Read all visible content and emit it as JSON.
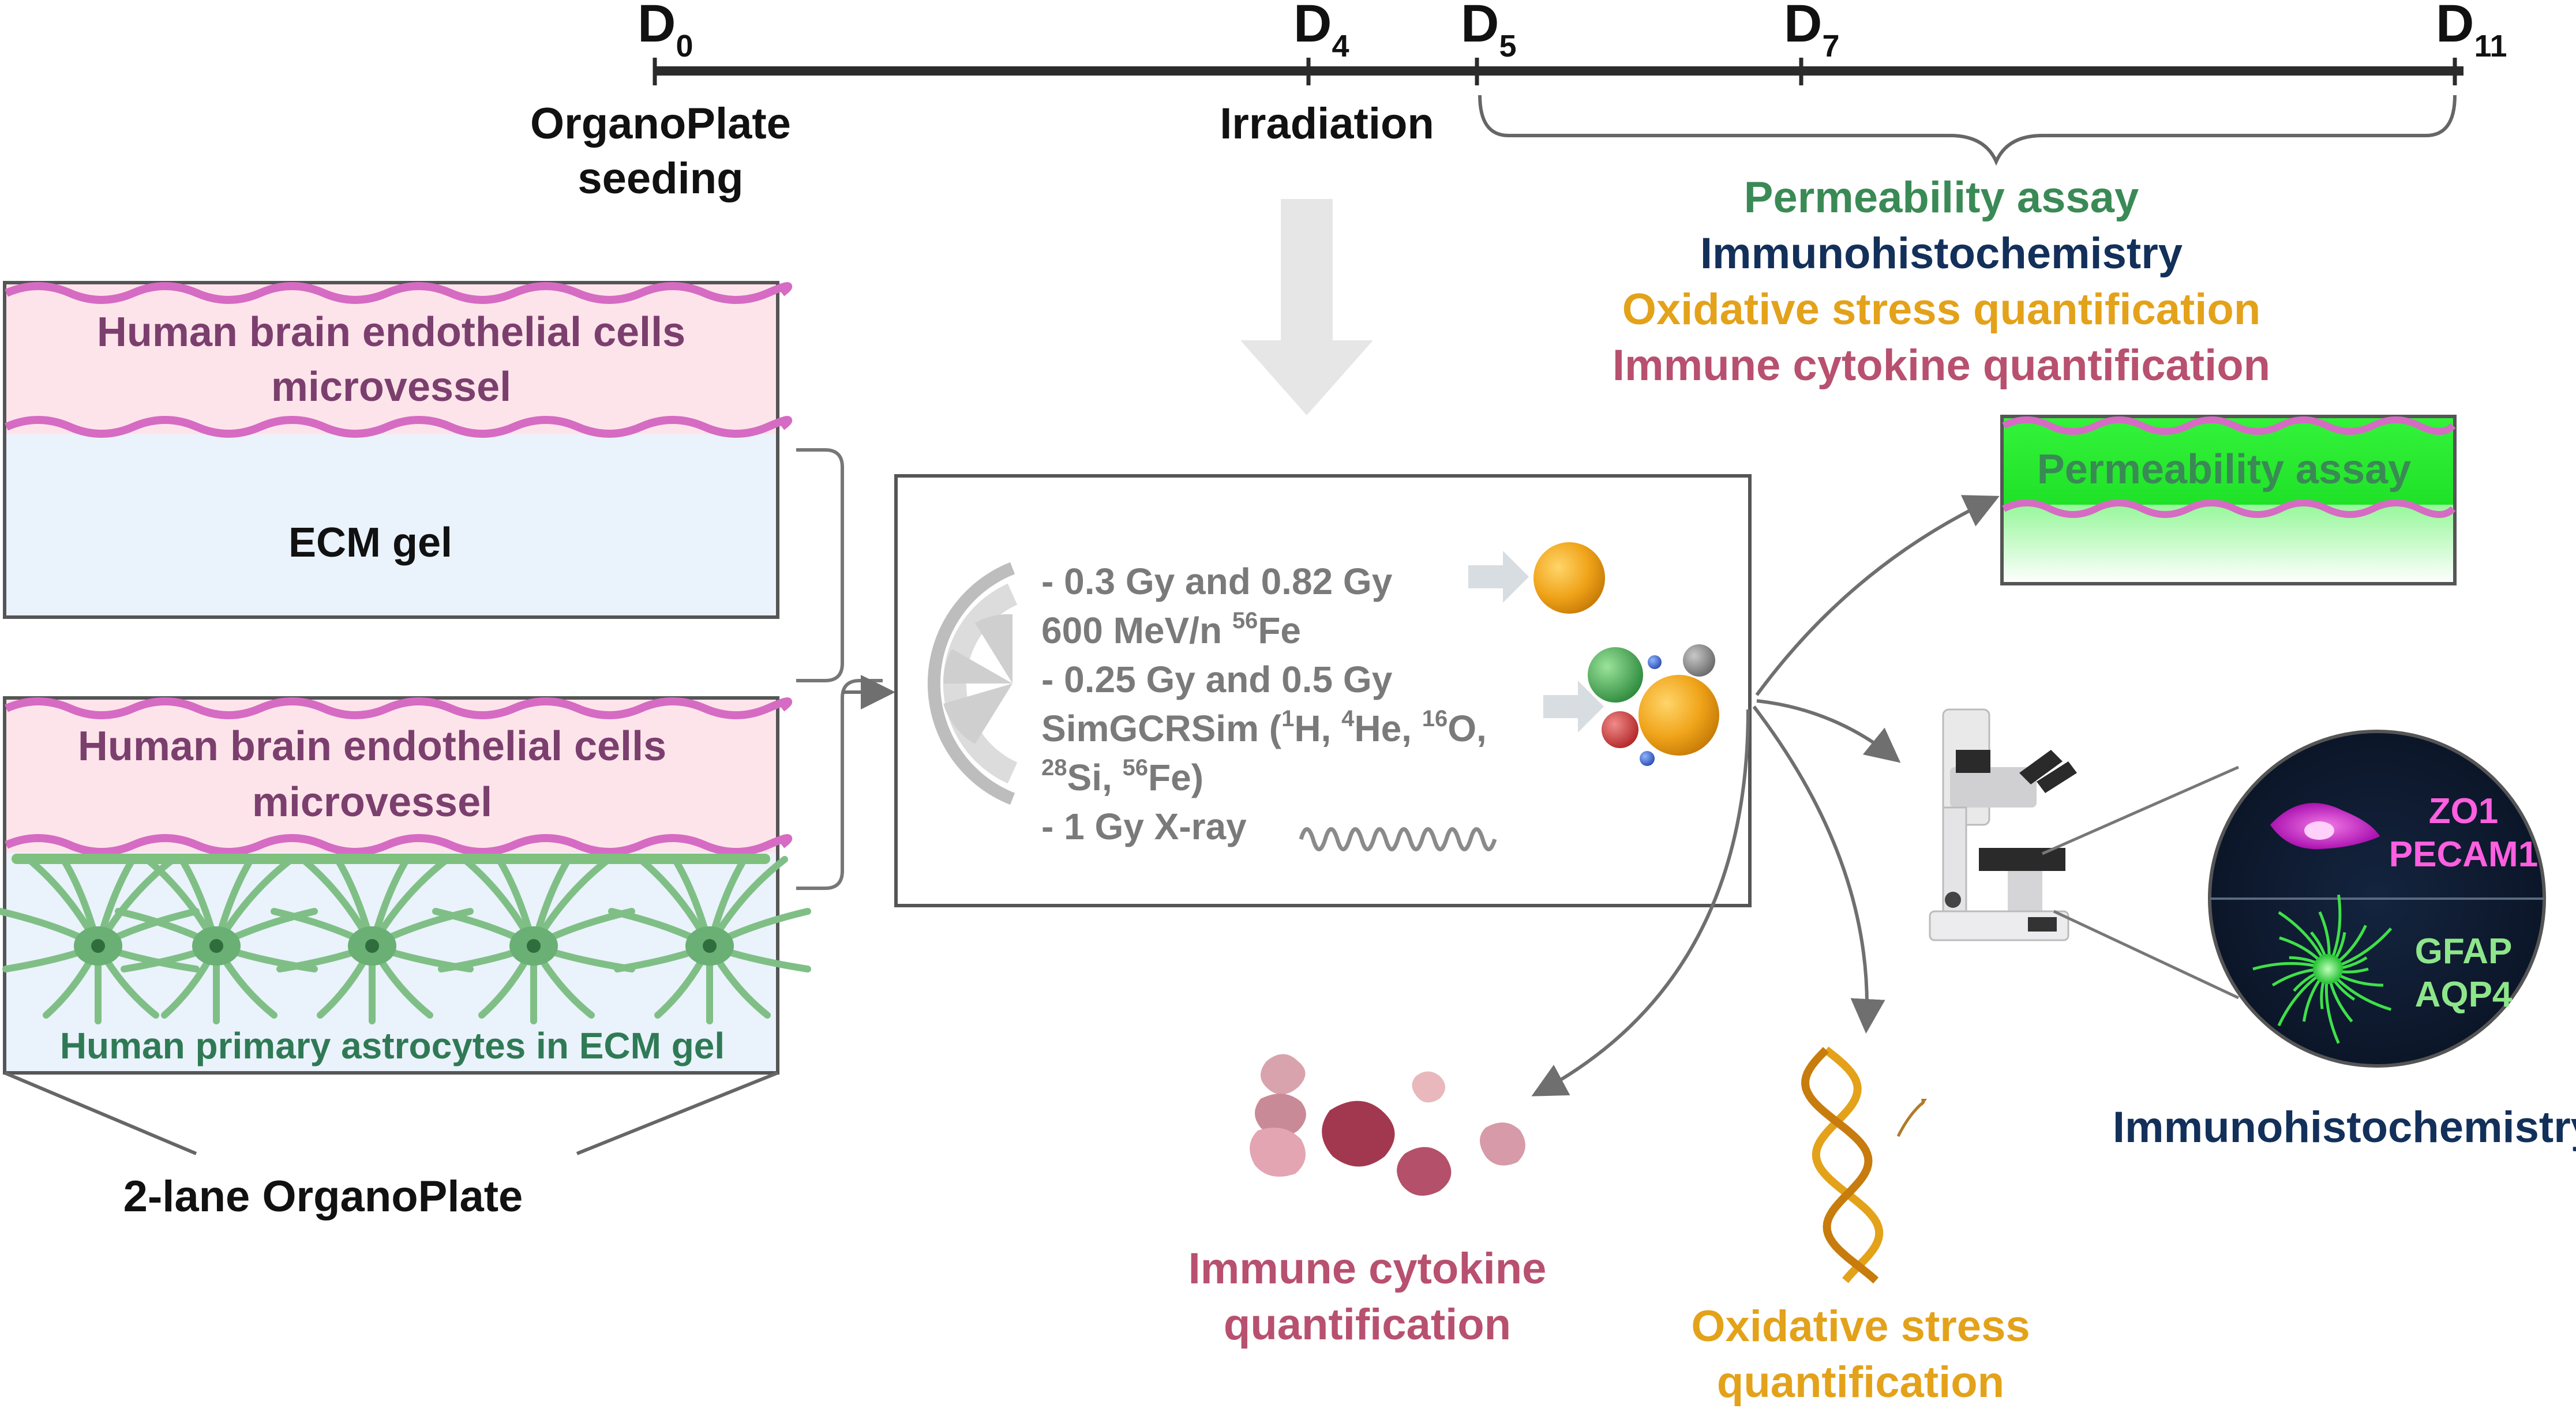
{
  "timeline": {
    "days": [
      {
        "base": "D",
        "sub": "0"
      },
      {
        "base": "D",
        "sub": "4"
      },
      {
        "base": "D",
        "sub": "5"
      },
      {
        "base": "D",
        "sub": "7"
      },
      {
        "base": "D",
        "sub": "11"
      }
    ],
    "seeding_line1": "OrganoPlate",
    "seeding_line2": "seeding",
    "irradiation": "Irradiation"
  },
  "assay_list": [
    {
      "text": "Permeability assay",
      "color": "#3a8a55"
    },
    {
      "text": "Immunohistochemistry",
      "color": "#13305a"
    },
    {
      "text": "Oxidative stress quantification",
      "color": "#e3a21a"
    },
    {
      "text": "Immune cytokine quantification",
      "color": "#b8506f"
    }
  ],
  "plate_top": {
    "title_line1": "Human brain endothelial cells",
    "title_line2": "microvessel",
    "gel_label": "ECM gel"
  },
  "plate_bottom": {
    "title_line1": "Human brain endothelial cells",
    "title_line2": "microvessel",
    "astro_label": "Human primary astrocytes in ECM gel"
  },
  "plate_caption": "2-lane OrganoPlate",
  "radiation": {
    "line1": "- 0.3 Gy and 0.82 Gy",
    "line2_main": "600 MeV/n ",
    "line2_sup": "56",
    "line2_end": "Fe",
    "line3": "- 0.25 Gy and 0.5 Gy",
    "line4_a": "SimGCRSim (",
    "line4_s1": "1",
    "line4_b": "H, ",
    "line4_s2": "4",
    "line4_c": "He, ",
    "line4_s3": "16",
    "line4_d": "O,",
    "line5_s1": "28",
    "line5_a": "Si, ",
    "line5_s2": "56",
    "line5_b": "Fe)",
    "line6": "- 1 Gy X-ray"
  },
  "permeability_box_label": "Permeability assay",
  "microscope_labels": {
    "top_line1": "ZO1",
    "top_line2": "PECAM1",
    "bottom_line1": "GFAP",
    "bottom_line2": "AQP4"
  },
  "immuno_caption": "Immunohistochemistry",
  "cytokine_caption_line1": "Immune cytokine",
  "cytokine_caption_line2": "quantification",
  "oxidative_caption_line1": "Oxidative stress",
  "oxidative_caption_line2": "quantification",
  "colors": {
    "permeability": "#3a8a55",
    "immuno": "#13305a",
    "oxidative": "#e3a21a",
    "cytokine": "#b8506f",
    "endothelial_text": "#7b3f6e",
    "astro_text": "#2f7a55",
    "radiation_text": "#7a7a7a",
    "stain_magenta": "#ff5fe0",
    "stain_green": "#8ee68a"
  }
}
